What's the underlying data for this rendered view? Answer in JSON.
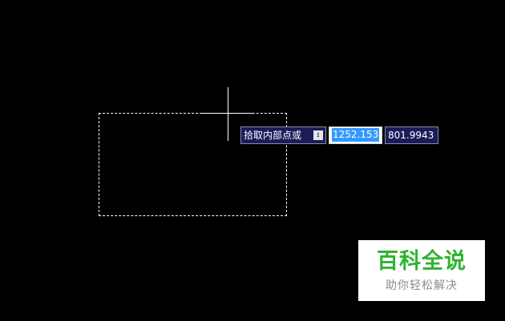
{
  "canvas": {
    "background": "#000000"
  },
  "dynamic_input": {
    "prompt_label": "拾取内部点或",
    "prompt_dropdown_icon": "dropdown-arrow-icon",
    "coord_x": "1252.153",
    "coord_y": "801.9943",
    "box_color": "#1c1c5a",
    "highlight_color": "#3399ff"
  },
  "watermark": {
    "title": "百科全说",
    "subtitle": "助你轻松解决",
    "title_color": "#2fb32f"
  }
}
